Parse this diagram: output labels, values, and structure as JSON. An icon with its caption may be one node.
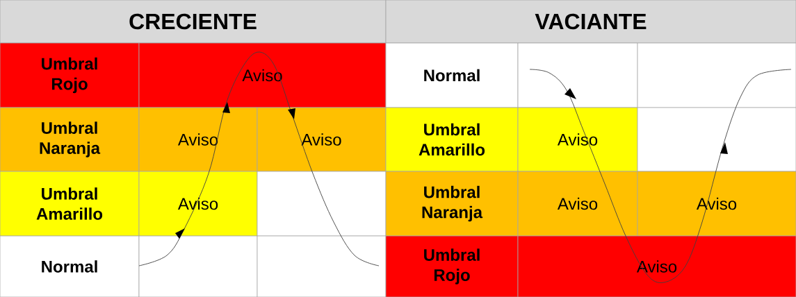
{
  "diagram": {
    "nodes": [
      {
        "text": [
          "CRECIENTE"
        ]
      },
      {
        "text": [
          "VACIANTE"
        ]
      },
      {
        "text": [
          "Umbral Rojo"
        ]
      },
      {
        "text": [
          "Aviso"
        ]
      },
      {
        "text": [
          "Normal"
        ]
      },
      {
        "text": [],
        "shape": "box"
      },
      {
        "text": [],
        "shape": "box"
      },
      {
        "text": [
          "Umbral Naranja"
        ]
      },
      {
        "text": [
          "Aviso"
        ]
      },
      {
        "text": [
          "Aviso"
        ]
      },
      {
        "text": [
          "Umbral Amarillo"
        ]
      },
      {
        "text": [
          "Aviso"
        ]
      },
      {
        "text": [],
        "shape": "box"
      },
      {
        "text": [
          "Umbral Amarillo"
        ]
      },
      {
        "text": [
          "Aviso"
        ]
      },
      {
        "text": [],
        "shape": "box"
      },
      {
        "text": [
          "Umbral Naranja"
        ]
      },
      {
        "text": [
          "Aviso"
        ]
      },
      {
        "text": [
          "Aviso"
        ]
      },
      {
        "text": [
          "Normal"
        ]
      },
      {
        "text": [],
        "shape": "box"
      },
      {
        "text": [],
        "shape": "box"
      },
      {
        "text": [
          "Umbral Rojo"
        ]
      },
      {
        "text": [
          "Aviso"
        ]
      }
    ]
  }
}
